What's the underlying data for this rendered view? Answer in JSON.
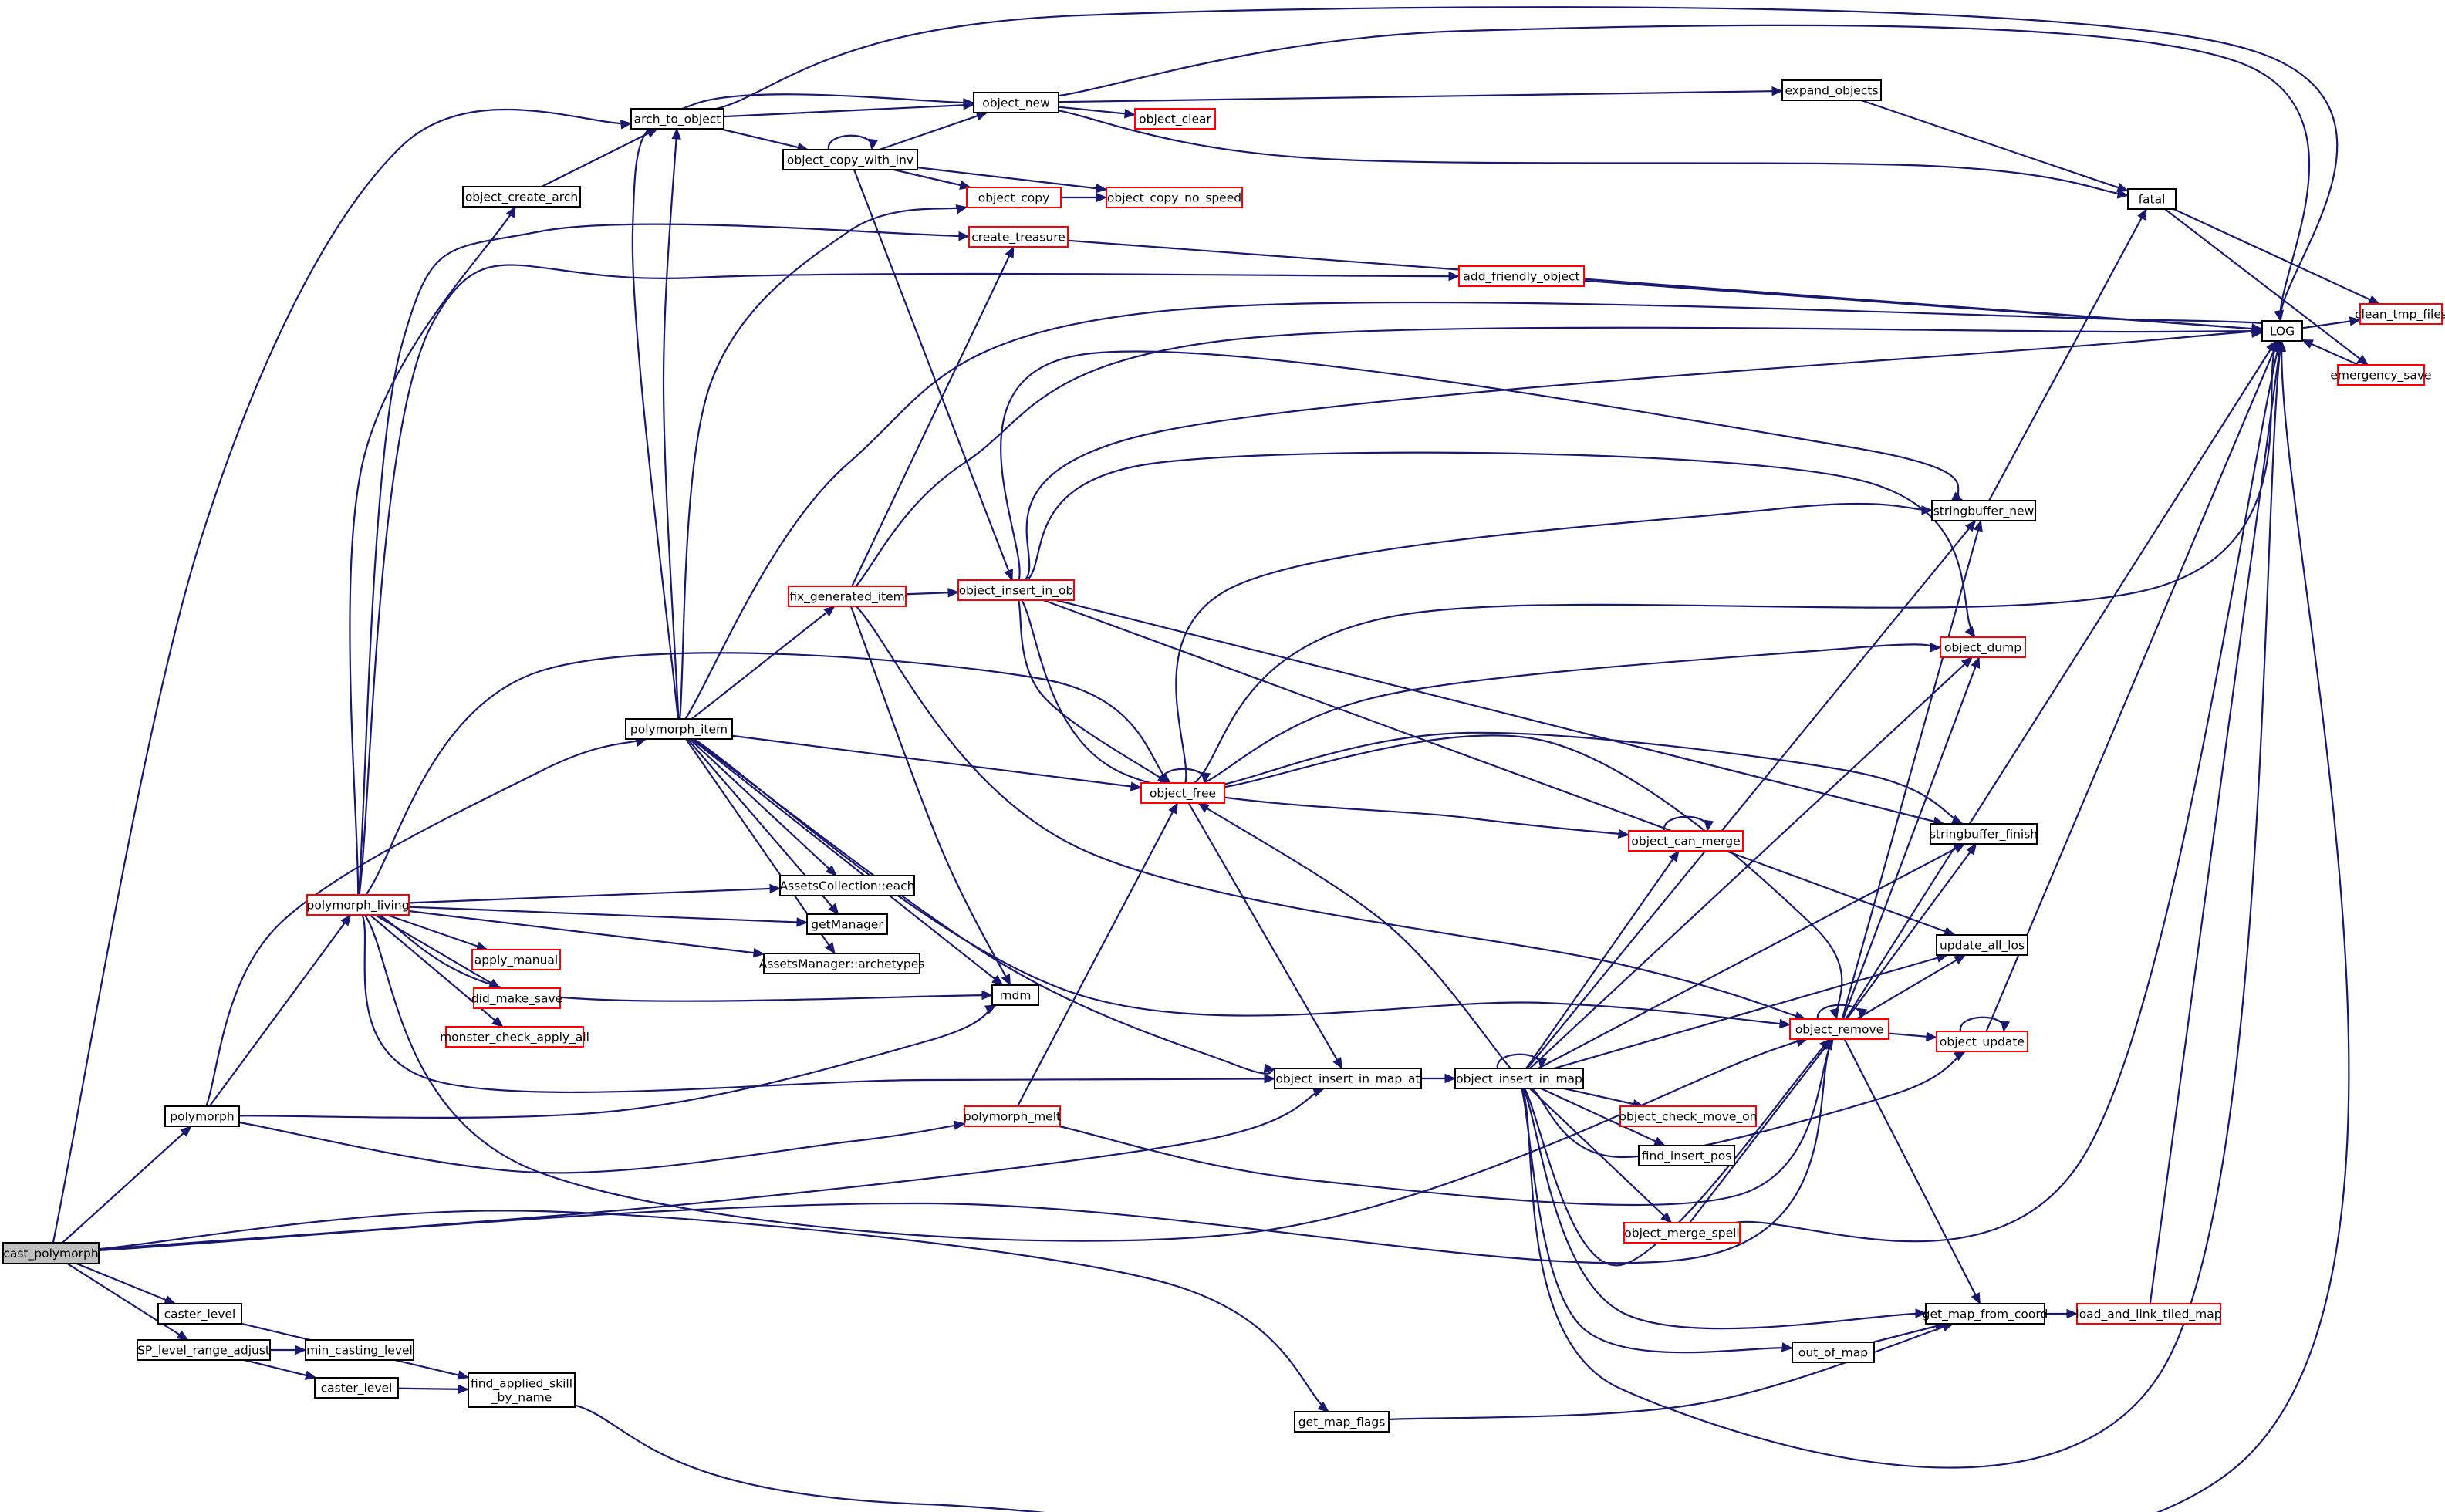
{
  "graph": {
    "nodes": [
      {
        "id": "cast_polymorph",
        "lines": [
          "cast_polymorph"
        ],
        "kind": "root"
      },
      {
        "id": "arch_to_object",
        "lines": [
          "arch_to_object"
        ],
        "kind": "normal"
      },
      {
        "id": "object_new",
        "lines": [
          "object_new"
        ],
        "kind": "normal"
      },
      {
        "id": "object_clear",
        "lines": [
          "object_clear"
        ],
        "kind": "truncated"
      },
      {
        "id": "expand_objects",
        "lines": [
          "expand_objects"
        ],
        "kind": "normal"
      },
      {
        "id": "object_copy_with_inv",
        "lines": [
          "object_copy_with_inv"
        ],
        "kind": "normal"
      },
      {
        "id": "object_create_arch",
        "lines": [
          "object_create_arch"
        ],
        "kind": "normal"
      },
      {
        "id": "object_copy",
        "lines": [
          "object_copy"
        ],
        "kind": "truncated"
      },
      {
        "id": "object_copy_no_speed",
        "lines": [
          "object_copy_no_speed"
        ],
        "kind": "truncated"
      },
      {
        "id": "fatal",
        "lines": [
          "fatal"
        ],
        "kind": "normal"
      },
      {
        "id": "create_treasure",
        "lines": [
          "create_treasure"
        ],
        "kind": "truncated"
      },
      {
        "id": "add_friendly_object",
        "lines": [
          "add_friendly_object"
        ],
        "kind": "truncated"
      },
      {
        "id": "clean_tmp_files",
        "lines": [
          "clean_tmp_files"
        ],
        "kind": "truncated"
      },
      {
        "id": "LOG",
        "lines": [
          "LOG"
        ],
        "kind": "normal"
      },
      {
        "id": "emergency_save",
        "lines": [
          "emergency_save"
        ],
        "kind": "truncated"
      },
      {
        "id": "stringbuffer_new",
        "lines": [
          "stringbuffer_new"
        ],
        "kind": "normal"
      },
      {
        "id": "fix_generated_item",
        "lines": [
          "fix_generated_item"
        ],
        "kind": "truncated"
      },
      {
        "id": "object_insert_in_ob",
        "lines": [
          "object_insert_in_ob"
        ],
        "kind": "truncated"
      },
      {
        "id": "object_dump",
        "lines": [
          "object_dump"
        ],
        "kind": "truncated"
      },
      {
        "id": "polymorph_item",
        "lines": [
          "polymorph_item"
        ],
        "kind": "normal"
      },
      {
        "id": "object_free",
        "lines": [
          "object_free"
        ],
        "kind": "truncated"
      },
      {
        "id": "stringbuffer_finish",
        "lines": [
          "stringbuffer_finish"
        ],
        "kind": "normal"
      },
      {
        "id": "object_can_merge",
        "lines": [
          "object_can_merge"
        ],
        "kind": "truncated"
      },
      {
        "id": "polymorph_living",
        "lines": [
          "polymorph_living"
        ],
        "kind": "truncated"
      },
      {
        "id": "AssetsCollection_each",
        "lines": [
          "AssetsCollection::each"
        ],
        "kind": "normal"
      },
      {
        "id": "getManager",
        "lines": [
          "getManager"
        ],
        "kind": "normal"
      },
      {
        "id": "apply_manual",
        "lines": [
          "apply_manual"
        ],
        "kind": "truncated"
      },
      {
        "id": "AssetsManager_archetypes",
        "lines": [
          "AssetsManager::archetypes"
        ],
        "kind": "normal"
      },
      {
        "id": "update_all_los",
        "lines": [
          "update_all_los"
        ],
        "kind": "normal"
      },
      {
        "id": "did_make_save",
        "lines": [
          "did_make_save"
        ],
        "kind": "truncated"
      },
      {
        "id": "rndm",
        "lines": [
          "rndm"
        ],
        "kind": "normal"
      },
      {
        "id": "object_remove",
        "lines": [
          "object_remove"
        ],
        "kind": "truncated"
      },
      {
        "id": "monster_check_apply_all",
        "lines": [
          "monster_check_apply_all"
        ],
        "kind": "truncated"
      },
      {
        "id": "object_update",
        "lines": [
          "object_update"
        ],
        "kind": "truncated"
      },
      {
        "id": "object_insert_in_map_at",
        "lines": [
          "object_insert_in_map_at"
        ],
        "kind": "normal"
      },
      {
        "id": "object_insert_in_map",
        "lines": [
          "object_insert_in_map"
        ],
        "kind": "normal"
      },
      {
        "id": "polymorph",
        "lines": [
          "polymorph"
        ],
        "kind": "normal"
      },
      {
        "id": "polymorph_melt",
        "lines": [
          "polymorph_melt"
        ],
        "kind": "truncated"
      },
      {
        "id": "object_check_move_on",
        "lines": [
          "object_check_move_on"
        ],
        "kind": "truncated"
      },
      {
        "id": "find_insert_pos",
        "lines": [
          "find_insert_pos"
        ],
        "kind": "normal"
      },
      {
        "id": "object_merge_spell",
        "lines": [
          "object_merge_spell"
        ],
        "kind": "truncated"
      },
      {
        "id": "caster_level_1",
        "lines": [
          "caster_level"
        ],
        "kind": "normal"
      },
      {
        "id": "get_map_from_coord",
        "lines": [
          "get_map_from_coord"
        ],
        "kind": "normal"
      },
      {
        "id": "load_and_link_tiled_map",
        "lines": [
          "load_and_link_tiled_map"
        ],
        "kind": "truncated"
      },
      {
        "id": "SP_level_range_adjust",
        "lines": [
          "SP_level_range_adjust"
        ],
        "kind": "normal"
      },
      {
        "id": "min_casting_level",
        "lines": [
          "min_casting_level"
        ],
        "kind": "normal"
      },
      {
        "id": "out_of_map",
        "lines": [
          "out_of_map"
        ],
        "kind": "normal"
      },
      {
        "id": "caster_level_2",
        "lines": [
          "caster_level"
        ],
        "kind": "normal"
      },
      {
        "id": "find_applied_skill_by_name",
        "lines": [
          "find_applied_skill",
          "_by_name"
        ],
        "kind": "normal"
      },
      {
        "id": "get_map_flags",
        "lines": [
          "get_map_flags"
        ],
        "kind": "normal"
      }
    ],
    "edges": [
      {
        "from": "cast_polymorph",
        "to": "arch_to_object"
      },
      {
        "from": "cast_polymorph",
        "to": "polymorph"
      },
      {
        "from": "cast_polymorph",
        "to": "object_insert_in_map_at"
      },
      {
        "from": "cast_polymorph",
        "to": "object_remove"
      },
      {
        "from": "cast_polymorph",
        "to": "get_map_flags"
      },
      {
        "from": "cast_polymorph",
        "to": "caster_level_1"
      },
      {
        "from": "cast_polymorph",
        "to": "SP_level_range_adjust"
      },
      {
        "from": "arch_to_object",
        "to": "object_new"
      },
      {
        "from": "arch_to_object",
        "to": "object_copy_with_inv"
      },
      {
        "from": "arch_to_object",
        "to": "LOG"
      },
      {
        "from": "object_new",
        "to": "object_clear"
      },
      {
        "from": "object_new",
        "to": "expand_objects"
      },
      {
        "from": "object_new",
        "to": "fatal"
      },
      {
        "from": "object_new",
        "to": "LOG"
      },
      {
        "from": "expand_objects",
        "to": "fatal"
      },
      {
        "from": "object_copy_with_inv",
        "to": "object_new"
      },
      {
        "from": "object_copy_with_inv",
        "to": "object_copy_with_inv"
      },
      {
        "from": "object_copy_with_inv",
        "to": "object_copy"
      },
      {
        "from": "object_copy_with_inv",
        "to": "object_copy_no_speed"
      },
      {
        "from": "object_copy_with_inv",
        "to": "object_insert_in_ob"
      },
      {
        "from": "object_create_arch",
        "to": "arch_to_object"
      },
      {
        "from": "object_copy",
        "to": "object_copy_no_speed"
      },
      {
        "from": "fatal",
        "to": "clean_tmp_files"
      },
      {
        "from": "fatal",
        "to": "emergency_save"
      },
      {
        "from": "create_treasure",
        "to": "LOG"
      },
      {
        "from": "add_friendly_object",
        "to": "LOG"
      },
      {
        "from": "LOG",
        "to": "clean_tmp_files"
      },
      {
        "from": "emergency_save",
        "to": "LOG"
      },
      {
        "from": "stringbuffer_new",
        "to": "fatal"
      },
      {
        "from": "fix_generated_item",
        "to": "object_insert_in_ob"
      },
      {
        "from": "fix_generated_item",
        "to": "create_treasure"
      },
      {
        "from": "fix_generated_item",
        "to": "LOG"
      },
      {
        "from": "fix_generated_item",
        "to": "rndm"
      },
      {
        "from": "fix_generated_item",
        "to": "object_remove"
      },
      {
        "from": "object_insert_in_ob",
        "to": "LOG"
      },
      {
        "from": "object_insert_in_ob",
        "to": "stringbuffer_new"
      },
      {
        "from": "object_insert_in_ob",
        "to": "object_dump"
      },
      {
        "from": "object_insert_in_ob",
        "to": "object_free"
      },
      {
        "from": "object_insert_in_ob",
        "to": "stringbuffer_finish"
      },
      {
        "from": "object_insert_in_ob",
        "to": "object_can_merge"
      },
      {
        "from": "object_insert_in_ob",
        "to": "update_all_los"
      },
      {
        "from": "polymorph_item",
        "to": "arch_to_object"
      },
      {
        "from": "polymorph_item",
        "to": "object_new"
      },
      {
        "from": "polymorph_item",
        "to": "object_copy"
      },
      {
        "from": "polymorph_item",
        "to": "fix_generated_item"
      },
      {
        "from": "polymorph_item",
        "to": "LOG"
      },
      {
        "from": "polymorph_item",
        "to": "object_free"
      },
      {
        "from": "polymorph_item",
        "to": "AssetsCollection_each"
      },
      {
        "from": "polymorph_item",
        "to": "getManager"
      },
      {
        "from": "polymorph_item",
        "to": "AssetsManager_archetypes"
      },
      {
        "from": "polymorph_item",
        "to": "rndm"
      },
      {
        "from": "polymorph_item",
        "to": "object_remove"
      },
      {
        "from": "polymorph_item",
        "to": "object_insert_in_map_at"
      },
      {
        "from": "object_free",
        "to": "object_free"
      },
      {
        "from": "object_free",
        "to": "stringbuffer_new"
      },
      {
        "from": "object_free",
        "to": "object_dump"
      },
      {
        "from": "object_free",
        "to": "LOG"
      },
      {
        "from": "object_free",
        "to": "stringbuffer_finish"
      },
      {
        "from": "object_free",
        "to": "object_remove"
      },
      {
        "from": "object_free",
        "to": "object_insert_in_map_at"
      },
      {
        "from": "object_can_merge",
        "to": "object_can_merge"
      },
      {
        "from": "polymorph_living",
        "to": "object_create_arch"
      },
      {
        "from": "polymorph_living",
        "to": "create_treasure"
      },
      {
        "from": "polymorph_living",
        "to": "add_friendly_object"
      },
      {
        "from": "polymorph_living",
        "to": "object_free"
      },
      {
        "from": "polymorph_living",
        "to": "AssetsCollection_each"
      },
      {
        "from": "polymorph_living",
        "to": "getManager"
      },
      {
        "from": "polymorph_living",
        "to": "AssetsManager_archetypes"
      },
      {
        "from": "polymorph_living",
        "to": "apply_manual"
      },
      {
        "from": "polymorph_living",
        "to": "did_make_save"
      },
      {
        "from": "polymorph_living",
        "to": "monster_check_apply_all"
      },
      {
        "from": "polymorph_living",
        "to": "rndm"
      },
      {
        "from": "polymorph_living",
        "to": "object_insert_in_map_at"
      },
      {
        "from": "polymorph_living",
        "to": "object_remove"
      },
      {
        "from": "object_remove",
        "to": "object_remove"
      },
      {
        "from": "object_remove",
        "to": "LOG"
      },
      {
        "from": "object_remove",
        "to": "stringbuffer_new"
      },
      {
        "from": "object_remove",
        "to": "object_dump"
      },
      {
        "from": "object_remove",
        "to": "stringbuffer_finish"
      },
      {
        "from": "object_remove",
        "to": "update_all_los"
      },
      {
        "from": "object_remove",
        "to": "object_update"
      },
      {
        "from": "object_remove",
        "to": "get_map_from_coord"
      },
      {
        "from": "object_update",
        "to": "object_update"
      },
      {
        "from": "object_update",
        "to": "LOG"
      },
      {
        "from": "object_insert_in_map_at",
        "to": "object_insert_in_map"
      },
      {
        "from": "object_insert_in_map",
        "to": "object_insert_in_map"
      },
      {
        "from": "object_insert_in_map",
        "to": "object_free"
      },
      {
        "from": "object_insert_in_map",
        "to": "stringbuffer_new"
      },
      {
        "from": "object_insert_in_map",
        "to": "object_dump"
      },
      {
        "from": "object_insert_in_map",
        "to": "object_can_merge"
      },
      {
        "from": "object_insert_in_map",
        "to": "stringbuffer_finish"
      },
      {
        "from": "object_insert_in_map",
        "to": "update_all_los"
      },
      {
        "from": "object_insert_in_map",
        "to": "object_remove"
      },
      {
        "from": "object_insert_in_map",
        "to": "object_update"
      },
      {
        "from": "object_insert_in_map",
        "to": "object_check_move_on"
      },
      {
        "from": "object_insert_in_map",
        "to": "find_insert_pos"
      },
      {
        "from": "object_insert_in_map",
        "to": "object_merge_spell"
      },
      {
        "from": "object_insert_in_map",
        "to": "get_map_from_coord"
      },
      {
        "from": "object_insert_in_map",
        "to": "out_of_map"
      },
      {
        "from": "object_insert_in_map",
        "to": "LOG"
      },
      {
        "from": "polymorph",
        "to": "polymorph_living"
      },
      {
        "from": "polymorph",
        "to": "polymorph_item"
      },
      {
        "from": "polymorph",
        "to": "rndm"
      },
      {
        "from": "polymorph",
        "to": "polymorph_melt"
      },
      {
        "from": "polymorph_melt",
        "to": "object_free"
      },
      {
        "from": "polymorph_melt",
        "to": "object_remove"
      },
      {
        "from": "object_merge_spell",
        "to": "object_remove"
      },
      {
        "from": "object_merge_spell",
        "to": "LOG"
      },
      {
        "from": "caster_level_1",
        "to": "find_applied_skill_by_name"
      },
      {
        "from": "get_map_from_coord",
        "to": "load_and_link_tiled_map"
      },
      {
        "from": "load_and_link_tiled_map",
        "to": "LOG"
      },
      {
        "from": "SP_level_range_adjust",
        "to": "min_casting_level"
      },
      {
        "from": "SP_level_range_adjust",
        "to": "caster_level_2"
      },
      {
        "from": "out_of_map",
        "to": "get_map_from_coord"
      },
      {
        "from": "caster_level_2",
        "to": "find_applied_skill_by_name"
      },
      {
        "from": "find_applied_skill_by_name",
        "to": "LOG"
      },
      {
        "from": "get_map_flags",
        "to": "get_map_from_coord"
      }
    ]
  }
}
